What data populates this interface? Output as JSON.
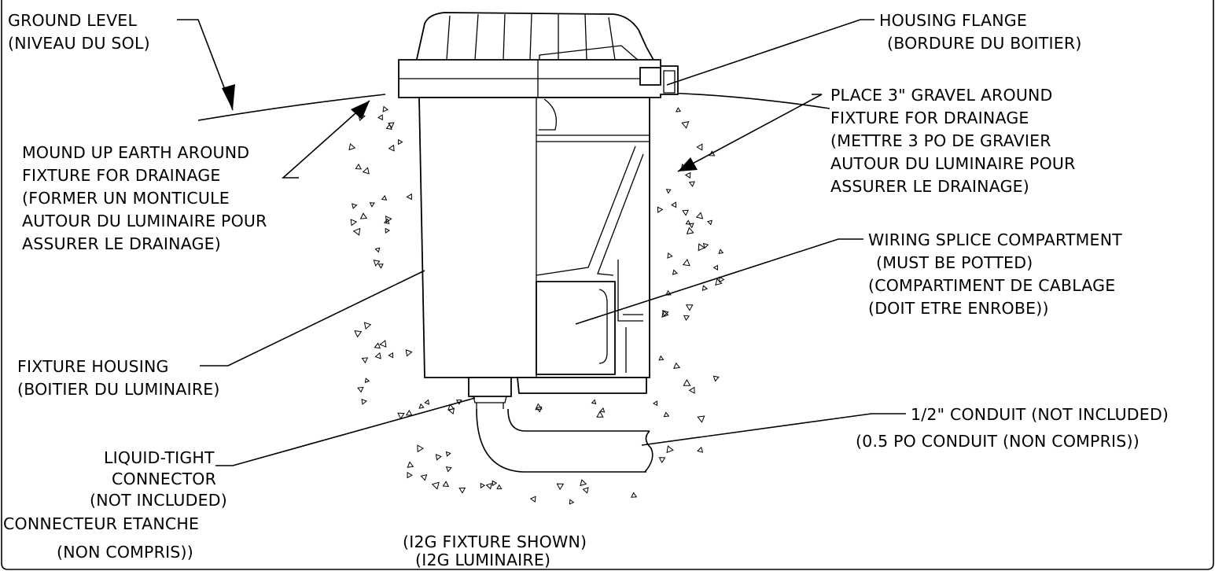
{
  "labels": {
    "ground_level": [
      "GROUND LEVEL",
      "(NIVEAU DU SOL)"
    ],
    "housing_flange": [
      "HOUSING FLANGE",
      "(BORDURE DU BOITIER)"
    ],
    "gravel": [
      "PLACE 3\" GRAVEL AROUND",
      "FIXTURE FOR DRAINAGE",
      "(METTRE 3 PO DE GRAVIER",
      "AUTOUR DU LUMINAIRE POUR",
      "ASSURER LE DRAINAGE)"
    ],
    "mound": [
      "MOUND UP EARTH AROUND",
      "FIXTURE FOR DRAINAGE",
      "(FORMER UN MONTICULE",
      "AUTOUR DU LUMINAIRE POUR",
      "ASSURER LE DRAINAGE)"
    ],
    "wiring": [
      "WIRING SPLICE COMPARTMENT",
      "(MUST BE POTTED)",
      "(COMPARTIMENT DE CABLAGE",
      "(DOIT ETRE ENROBE))"
    ],
    "fixture_housing": [
      "FIXTURE HOUSING",
      "(BOITIER DU LUMINAIRE)"
    ],
    "conduit": [
      "1/2\" CONDUIT (NOT INCLUDED)",
      "(0.5 PO CONDUIT (NON COMPRIS))"
    ],
    "connector": [
      "LIQUID-TIGHT",
      "CONNECTOR",
      "(NOT INCLUDED)",
      "CONNECTEUR ETANCHE",
      "(NON COMPRIS))"
    ],
    "shown": [
      "(I2G FIXTURE SHOWN)",
      "(I2G LUMINAIRE)"
    ]
  },
  "colors": {
    "ink": "#000000",
    "paper": "#ffffff"
  }
}
